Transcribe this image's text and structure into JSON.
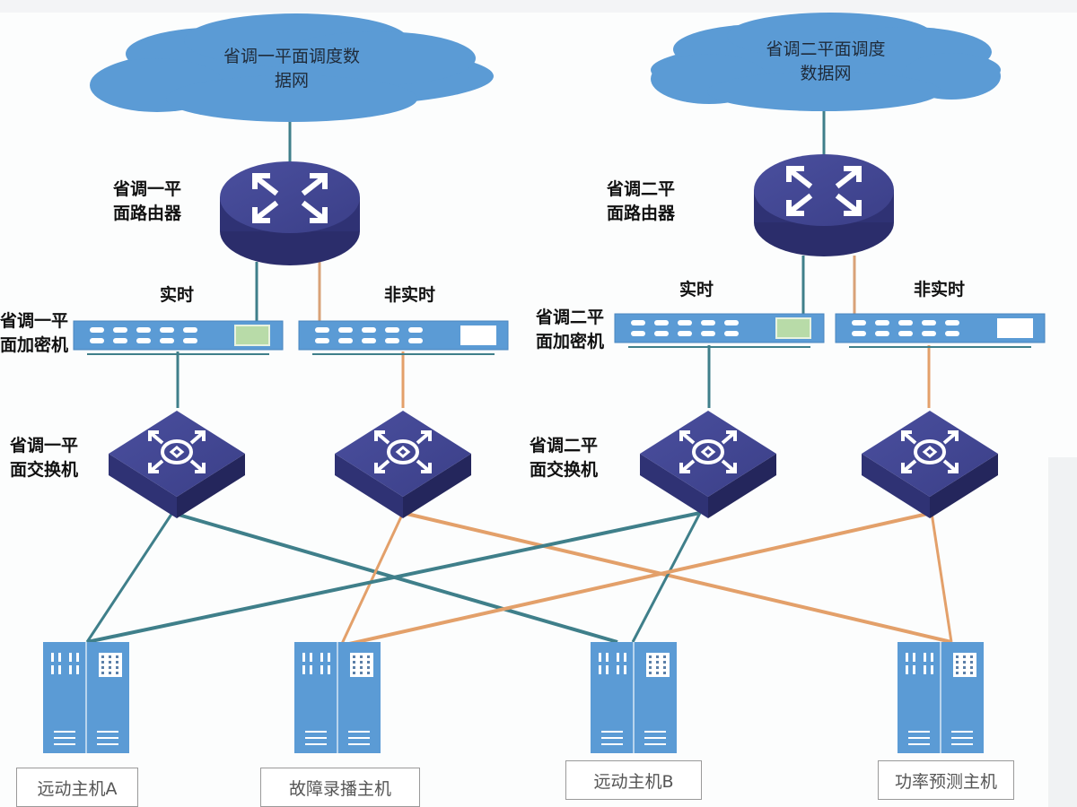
{
  "colors": {
    "cloud": "#5b9bd5",
    "device_dark": "#3c3f8a",
    "device_side": "#2b2d6b",
    "encryptor": "#5b9bd5",
    "server": "#5b9bd5",
    "realtime_link": "#3f7f8a",
    "nonrealtime_link": "#e3a06a"
  },
  "networks": [
    {
      "name": "省调一平面调度数\n据网"
    },
    {
      "name": "省调二平面调度\n数据网"
    }
  ],
  "routers": [
    {
      "label": "省调一平\n面路由器",
      "icon": "router-icon"
    },
    {
      "label": "省调二平\n面路由器",
      "icon": "router-icon"
    }
  ],
  "encryptors": [
    {
      "label": "省调一平\n面加密机",
      "realtime_label": "实时",
      "nonrealtime_label": "非实时"
    },
    {
      "label": "省调二平\n面加密机",
      "realtime_label": "实时",
      "nonrealtime_label": "非实时"
    }
  ],
  "switches": [
    {
      "label": "省调一平\n面交换机"
    },
    {
      "label": "省调二平\n面交换机"
    }
  ],
  "hosts": [
    {
      "name": "远动主机A"
    },
    {
      "name": "故障录播主机"
    },
    {
      "name": "远动主机B"
    },
    {
      "name": "功率预测主机"
    }
  ]
}
